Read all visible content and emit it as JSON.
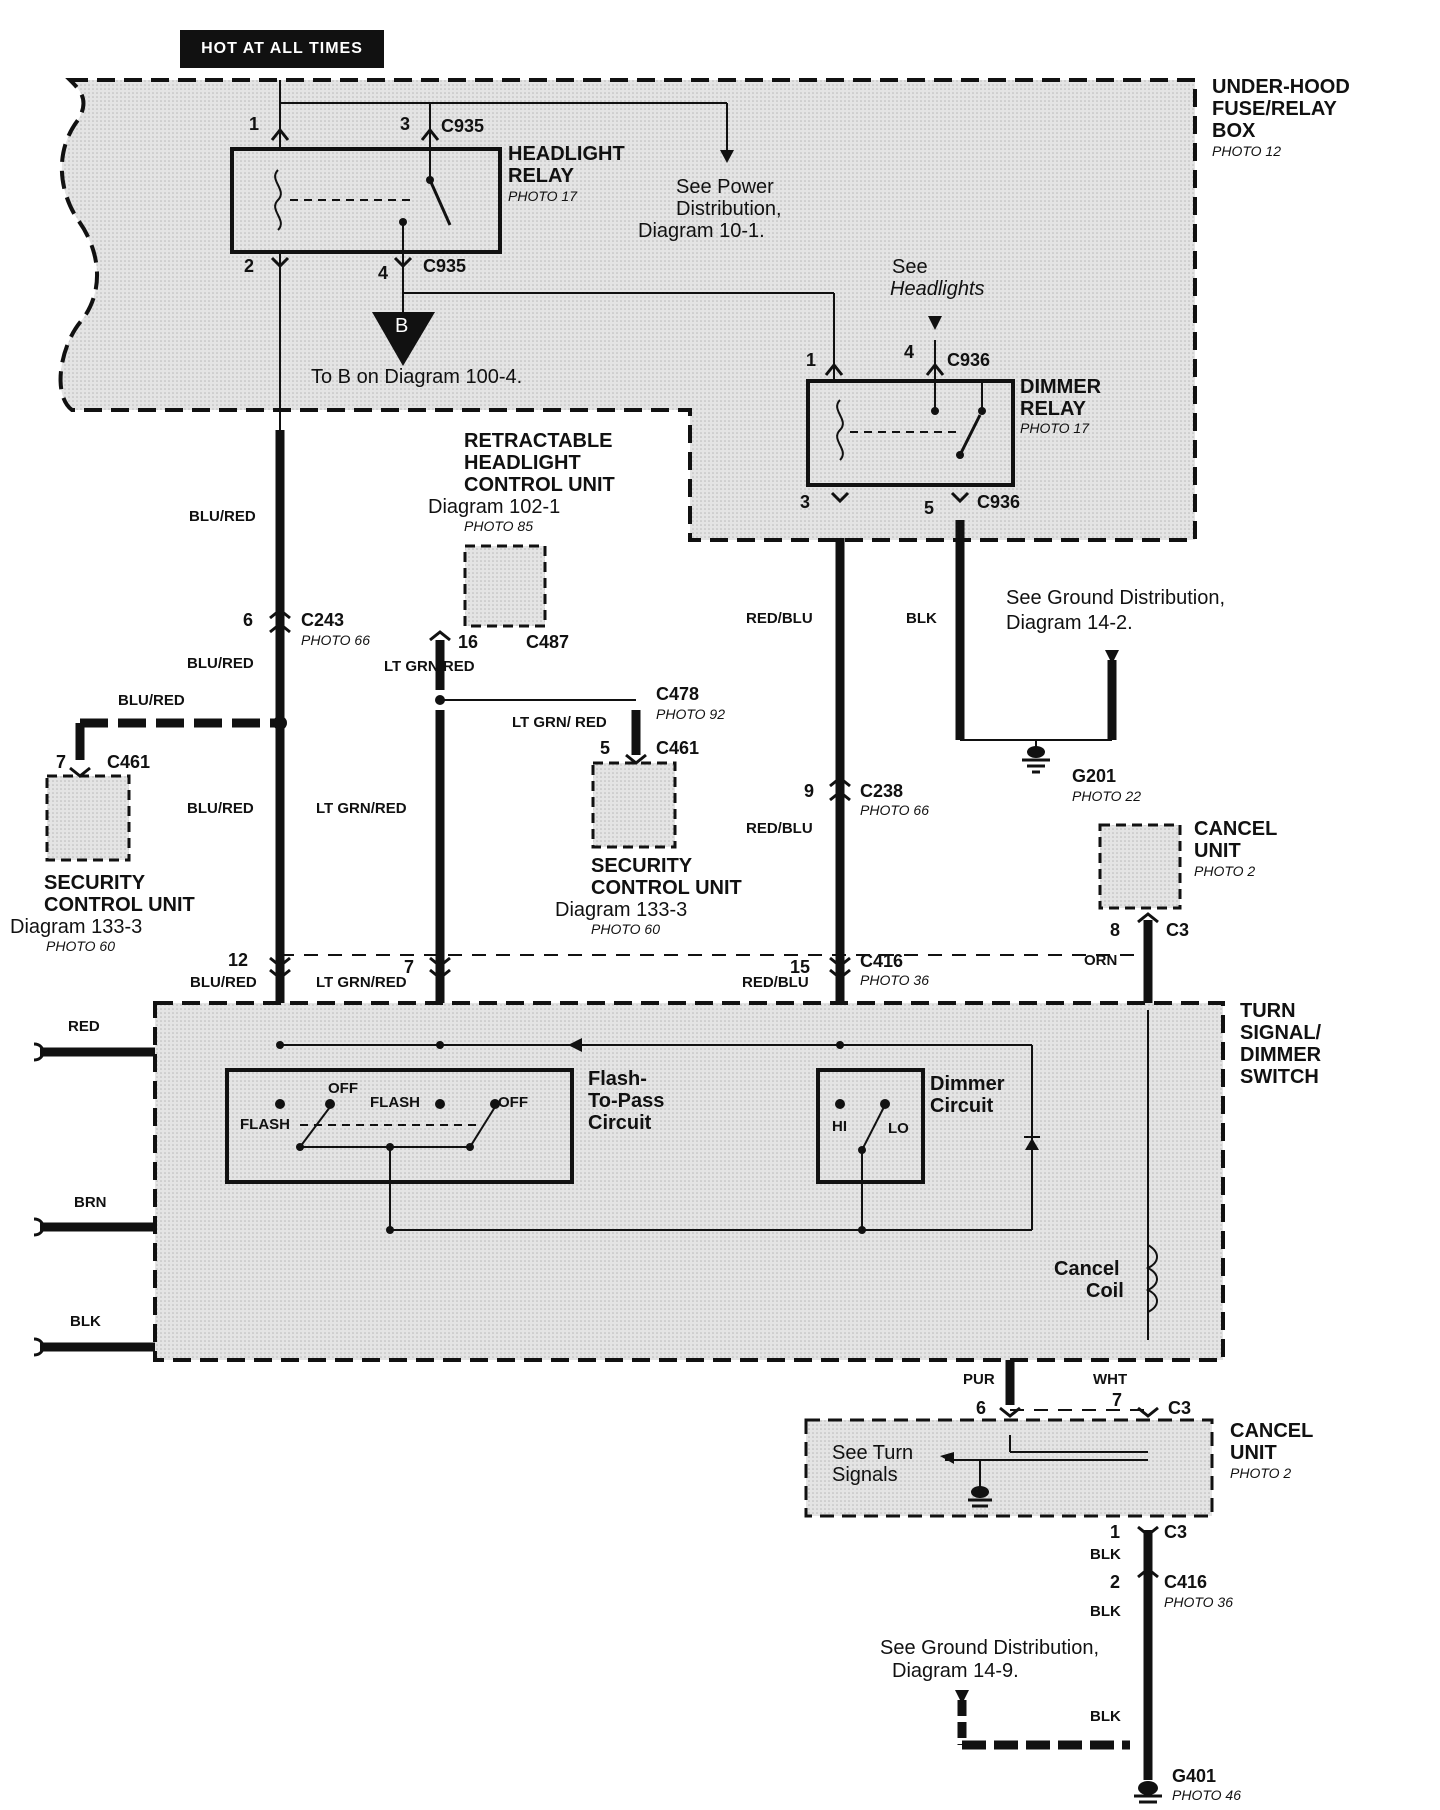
{
  "header": {
    "hot": "HOT AT ALL TIMES"
  },
  "fuse_box": {
    "line1": "UNDER-HOOD",
    "line2": "FUSE/RELAY",
    "line3": "BOX",
    "photo": "PHOTO 12"
  },
  "headlight_relay": {
    "line1": "HEADLIGHT",
    "line2": "RELAY",
    "photo": "PHOTO 17",
    "pin1": "1",
    "pin3": "3",
    "conn_top": "C935",
    "pin2": "2",
    "pin4": "4",
    "conn_bottom": "C935"
  },
  "power_ref": {
    "line1": "See Power",
    "line2": "Distribution,",
    "line3": "Diagram 10-1."
  },
  "b_ref": {
    "letter": "B",
    "text": "To B on Diagram 100-4."
  },
  "headlights_ref": {
    "line1": "See",
    "line2": "Headlights"
  },
  "dimmer_relay": {
    "line1": "DIMMER",
    "line2": "RELAY",
    "photo": "PHOTO 17",
    "pin1": "1",
    "pin4": "4",
    "conn_top": "C936",
    "pin3": "3",
    "pin5": "5",
    "conn_bottom": "C936"
  },
  "retract_unit": {
    "line1": "RETRACTABLE",
    "line2": "HEADLIGHT",
    "line3": "CONTROL UNIT",
    "diagram": "Diagram 102-1",
    "photo": "PHOTO 85",
    "pin": "16",
    "conn": "C487"
  },
  "wires": {
    "blu_red": "BLU/RED",
    "red_blu": "RED/BLU",
    "blk": "BLK",
    "lt_grn_red": "LT GRN/RED",
    "lt_grn_red2": "LT GRN/ RED",
    "orn": "ORN",
    "pur": "PUR",
    "wht": "WHT",
    "red": "RED",
    "brn": "BRN"
  },
  "ground_ref1": {
    "line1": "See Ground Distribution,",
    "line2": "Diagram  14-2."
  },
  "ground_ref2": {
    "line1": "See Ground Distribution,",
    "line2": "Diagram 14-9."
  },
  "connectors": {
    "c243": "C243",
    "c243_pin": "6",
    "c243_photo": "PHOTO 66",
    "c478": "C478",
    "c478_photo": "PHOTO 92",
    "c461_left": "C461",
    "c461_left_pin": "7",
    "c461_mid": "C461",
    "c461_mid_pin": "5",
    "c238": "C238",
    "c238_pin": "9",
    "c238_photo": "PHOTO 66",
    "g201": "G201",
    "g201_photo": "PHOTO 22",
    "c416": "C416",
    "c416_photo": "PHOTO 36",
    "c416_pin12": "12",
    "c416_pin7": "7",
    "c416_pin15": "15",
    "c3_top": "C3",
    "c3_top_pin": "8",
    "c3_mid": "C3",
    "c3_pin6": "6",
    "c3_pin7": "7",
    "c3_bot": "C3",
    "c3_bot_pin": "1",
    "c416b": "C416",
    "c416b_pin": "2",
    "c416b_photo": "PHOTO 36",
    "g401": "G401",
    "g401_photo": "PHOTO 46"
  },
  "security_left": {
    "line1": "SECURITY",
    "line2": "CONTROL UNIT",
    "diagram": "Diagram 133-3",
    "photo": "PHOTO 60"
  },
  "security_mid": {
    "line1": "SECURITY",
    "line2": "CONTROL UNIT",
    "diagram": "Diagram 133-3",
    "photo": "PHOTO 60"
  },
  "cancel_unit_top": {
    "line1": "CANCEL",
    "line2": "UNIT",
    "photo": "PHOTO 2"
  },
  "cancel_unit_bot": {
    "line1": "CANCEL",
    "line2": "UNIT",
    "photo": "PHOTO 2"
  },
  "turn_switch": {
    "line1": "TURN",
    "line2": "SIGNAL/",
    "line3": "DIMMER",
    "line4": "SWITCH"
  },
  "flash_circuit": {
    "line1": "Flash-",
    "line2": "To-Pass",
    "line3": "Circuit",
    "off1": "OFF",
    "flash1": "FLASH",
    "flash2": "FLASH",
    "off2": "OFF"
  },
  "dimmer_circuit": {
    "line1": "Dimmer",
    "line2": "Circuit",
    "hi": "HI",
    "lo": "LO"
  },
  "cancel_coil": {
    "line1": "Cancel",
    "line2": "Coil"
  },
  "turn_ref": {
    "line1": "See Turn",
    "line2": "Signals"
  }
}
